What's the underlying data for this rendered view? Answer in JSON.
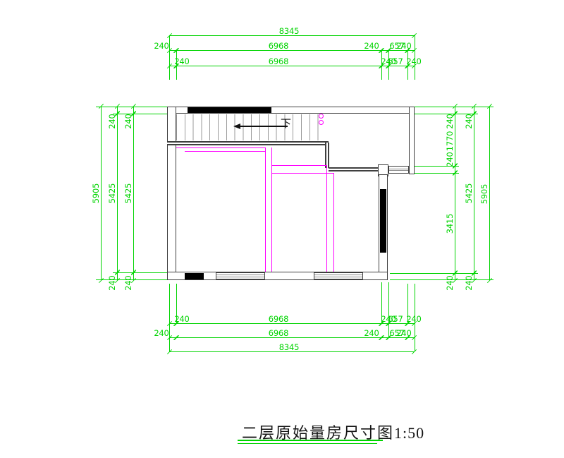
{
  "drawing": {
    "title": "二层原始量房尺寸图",
    "scale": "1:50",
    "stair_direction_label": "下"
  },
  "dims": {
    "overall_width": "8345",
    "overall_height": "5905",
    "h_chain": [
      "240",
      "6968",
      "240",
      "657",
      "240"
    ],
    "v_chain_left": [
      "240",
      "5425",
      "240"
    ],
    "v_chain_right_outer": [
      "240",
      "5425",
      "240"
    ],
    "v_chain_right_inner": [
      "240",
      "1770",
      "240",
      "3415",
      "240"
    ]
  },
  "colors": {
    "dimension_green": "#00d400",
    "measure_magenta": "#ff00ff",
    "wall_dark": "#3f3f3f",
    "wall_fill_black": "#000000"
  }
}
